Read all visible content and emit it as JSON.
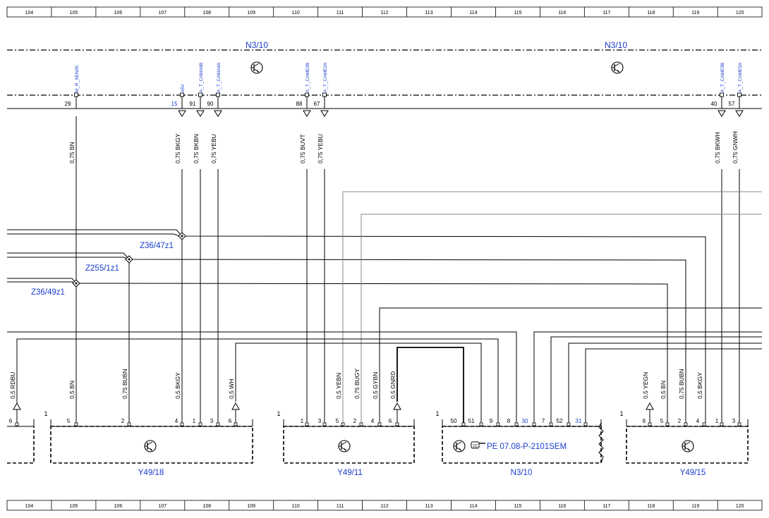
{
  "ruler": [
    "104",
    "105",
    "106",
    "107",
    "108",
    "109",
    "110",
    "111",
    "112",
    "113",
    "114",
    "115",
    "116",
    "117",
    "118",
    "119",
    "120"
  ],
  "module_labels": {
    "left": "N3/10",
    "right": "N3/10"
  },
  "top_connectors": [
    {
      "pin": "29",
      "signal": "M_R_SEN05",
      "wire": "0,75 BN"
    },
    {
      "pin": "15",
      "signal": "45V",
      "wire": "0,75 BKGY"
    },
    {
      "pin": "91",
      "signal": "A_T_CAMA6B",
      "wire": "0,75 BKBN"
    },
    {
      "pin": "90",
      "signal": "A_T_CAMA6A",
      "wire": "0,75 YEBU"
    },
    {
      "pin": "88",
      "signal": "A_T_CAME2B",
      "wire": "0,75 BUVT"
    },
    {
      "pin": "67",
      "signal": "A_T_CAME2A",
      "wire": "0,75 YEBU"
    },
    {
      "pin": "40",
      "signal": "A_T_CAME5B",
      "wire": "0,75 BKWH"
    },
    {
      "pin": "57",
      "signal": "A_T_CAME5A",
      "wire": "0,75 GNWH"
    }
  ],
  "junctions": [
    {
      "label": "Z36/47z1"
    },
    {
      "label": "Z255/1z1"
    },
    {
      "label": "Z36/49z1"
    }
  ],
  "bottom_wire_labels": [
    "0,5 RDBU",
    "0,5 BN",
    "0,75 BUBN",
    "0,5 BKGY",
    "0,5 WH",
    "0,5 YEBN",
    "0,75 BUGY",
    "0,5 GYBN",
    "0,5 GNRD",
    "0,5 YEGN",
    "0,5 BN",
    "0,75 BUBN",
    "0,5 BKGY"
  ],
  "components": [
    {
      "name": "Y49/18",
      "box_num": "1",
      "pins": [
        "5",
        "2",
        "4",
        "1",
        "3",
        "6"
      ]
    },
    {
      "name": "Y49/11",
      "box_num": "1",
      "pins": [
        "1",
        "3",
        "5",
        "2",
        "4",
        "6"
      ]
    },
    {
      "name": "N3/10",
      "box_num": "1",
      "pins": [
        "50",
        "51",
        "9",
        "8",
        "30",
        "7",
        "52",
        "31"
      ],
      "reference": "PE 07.08-P-2101SEM"
    },
    {
      "name": "Y49/15",
      "box_num": "1",
      "pins": [
        "6",
        "5",
        "2",
        "4",
        "1",
        "3"
      ]
    }
  ],
  "left_partial_pin": "6",
  "colors": {
    "line": "#000000",
    "label_blue": "#1a3ccc",
    "wire_gray": "#888888"
  }
}
